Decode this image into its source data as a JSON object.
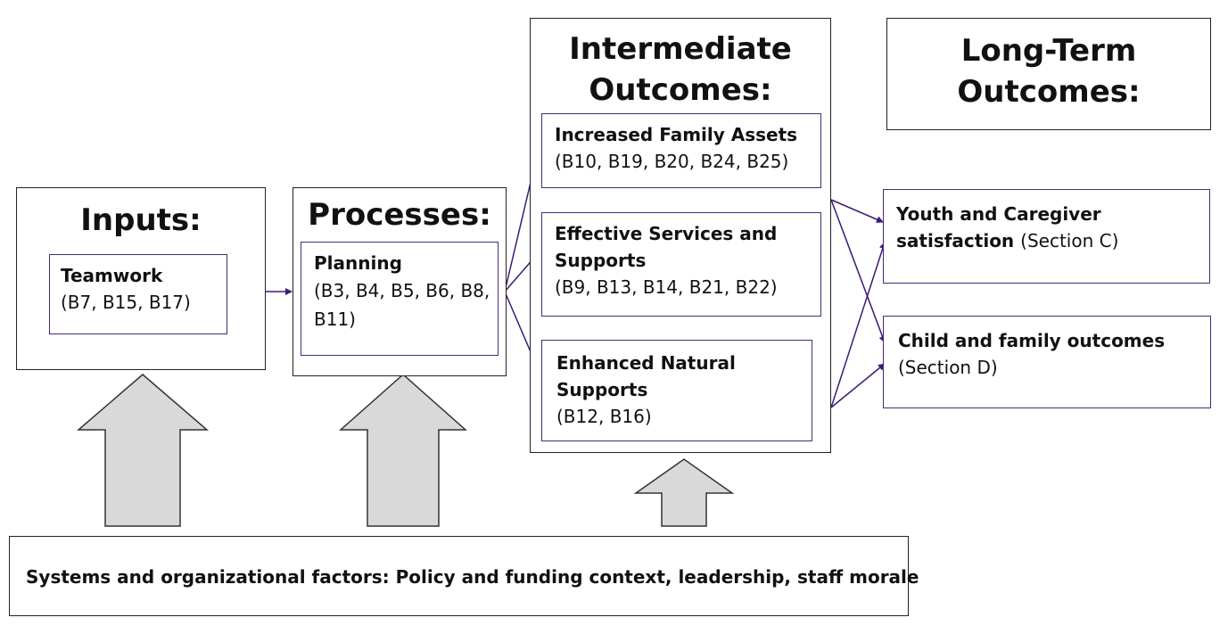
{
  "inputs": {
    "heading": "Inputs:",
    "teamwork": {
      "title": "Teamwork",
      "codes": "(B7, B15, B17)"
    }
  },
  "processes": {
    "heading": "Processes:",
    "planning": {
      "title": "Planning",
      "codes": "(B3, B4, B5, B6, B8, B11)"
    }
  },
  "intermediate": {
    "heading_line1": "Intermediate",
    "heading_line2": "Outcomes:",
    "family_assets": {
      "title": "Increased Family Assets",
      "codes": "(B10, B19, B20, B24, B25)"
    },
    "effective_services": {
      "title_line1": "Effective Services and",
      "title_line2": "Supports",
      "codes": "(B9, B13, B14, B21, B22)"
    },
    "natural_supports": {
      "title_line1": "Enhanced Natural",
      "title_line2": "Supports",
      "codes": "(B12, B16)"
    }
  },
  "long_term": {
    "heading_line1": "Long-Term",
    "heading_line2": "Outcomes:",
    "satisfaction": {
      "title_line1": "Youth and Caregiver",
      "title_line2": "satisfaction",
      "section": "(Section C)"
    },
    "child_family": {
      "title": "Child and family outcomes",
      "section": "(Section D)"
    }
  },
  "systems": {
    "text": "Systems and organizational factors: Policy and funding context, leadership, staff morale"
  },
  "colors": {
    "arrow": "#3d1a78",
    "box_border": "#4a2a7a",
    "block_arrow_fill": "#d9d9d9"
  }
}
